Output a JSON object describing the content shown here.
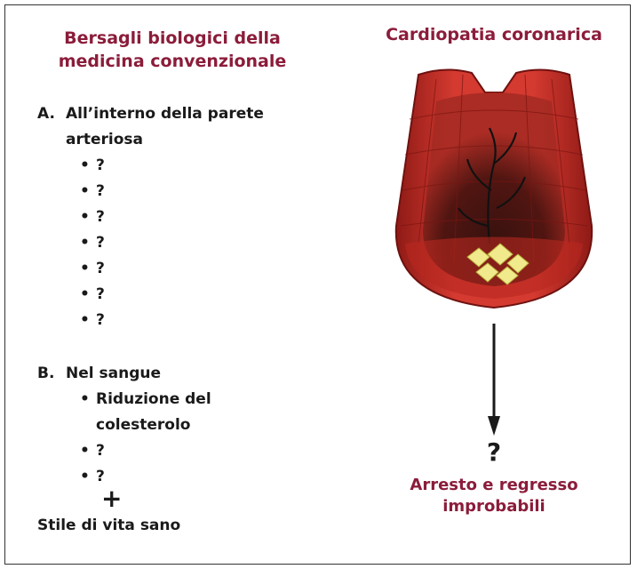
{
  "left_title": "Bersagli biologici della medicina convenzionale",
  "right_title": "Cardiopatia coronarica",
  "section_a": {
    "letter": "A.",
    "label": "All’interno della parete arteriosa",
    "items": [
      "?",
      "?",
      "?",
      "?",
      "?",
      "?",
      "?"
    ]
  },
  "section_b": {
    "letter": "B.",
    "label": "Nel sangue",
    "items": [
      "Riduzione del colesterolo",
      "?",
      "?"
    ]
  },
  "plus": "+",
  "lifestyle": "Stile di vita sano",
  "result_mark": "?",
  "outcome": "Arresto e regresso improbabili",
  "colors": {
    "accent": "#8b1c3a",
    "artery": "#c8312b",
    "plaque": "#e8e07a"
  },
  "icons": {
    "artery": "artery-cross-section-illustration",
    "arrow": "down-arrow"
  }
}
